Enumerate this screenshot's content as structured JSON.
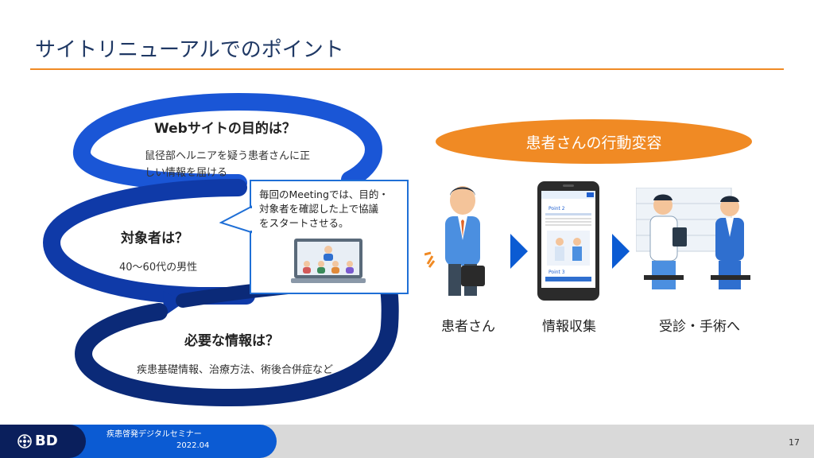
{
  "slide": {
    "title": "サイトリニューアルでのポイント"
  },
  "loops": {
    "web": {
      "heading": "Webサイトの目的は？",
      "desc_line1": "鼠径部ヘルニアを疑う患者さんに正",
      "desc_line2": "しい情報を届ける"
    },
    "target": {
      "heading": "対象者は？",
      "desc": "40～60代の男性"
    },
    "info": {
      "heading": "必要な情報は？",
      "desc": "疾患基礎情報、治療方法、術後合併症など"
    }
  },
  "callout": {
    "line1": "毎回のMeetingでは、目的・",
    "line2": "対象者を確認した上で協議",
    "line3": "をスタートさせる。"
  },
  "behavior": {
    "title": "患者さんの行動変容",
    "steps": [
      "患者さん",
      "情報収集",
      "受診・手術へ"
    ]
  },
  "phone": {
    "point2": "Point 2",
    "point3": "Point 3"
  },
  "footer": {
    "logo": "BD",
    "seminar": "疾患啓発デジタルセミナー",
    "date": "2022.04",
    "page": "17"
  },
  "colors": {
    "loop_light": "#1a56d6",
    "loop_mid": "#0f3aa8",
    "loop_dark": "#0b2a78",
    "accent_orange": "#f08a24",
    "arrow_blue": "#0b5bd3"
  }
}
